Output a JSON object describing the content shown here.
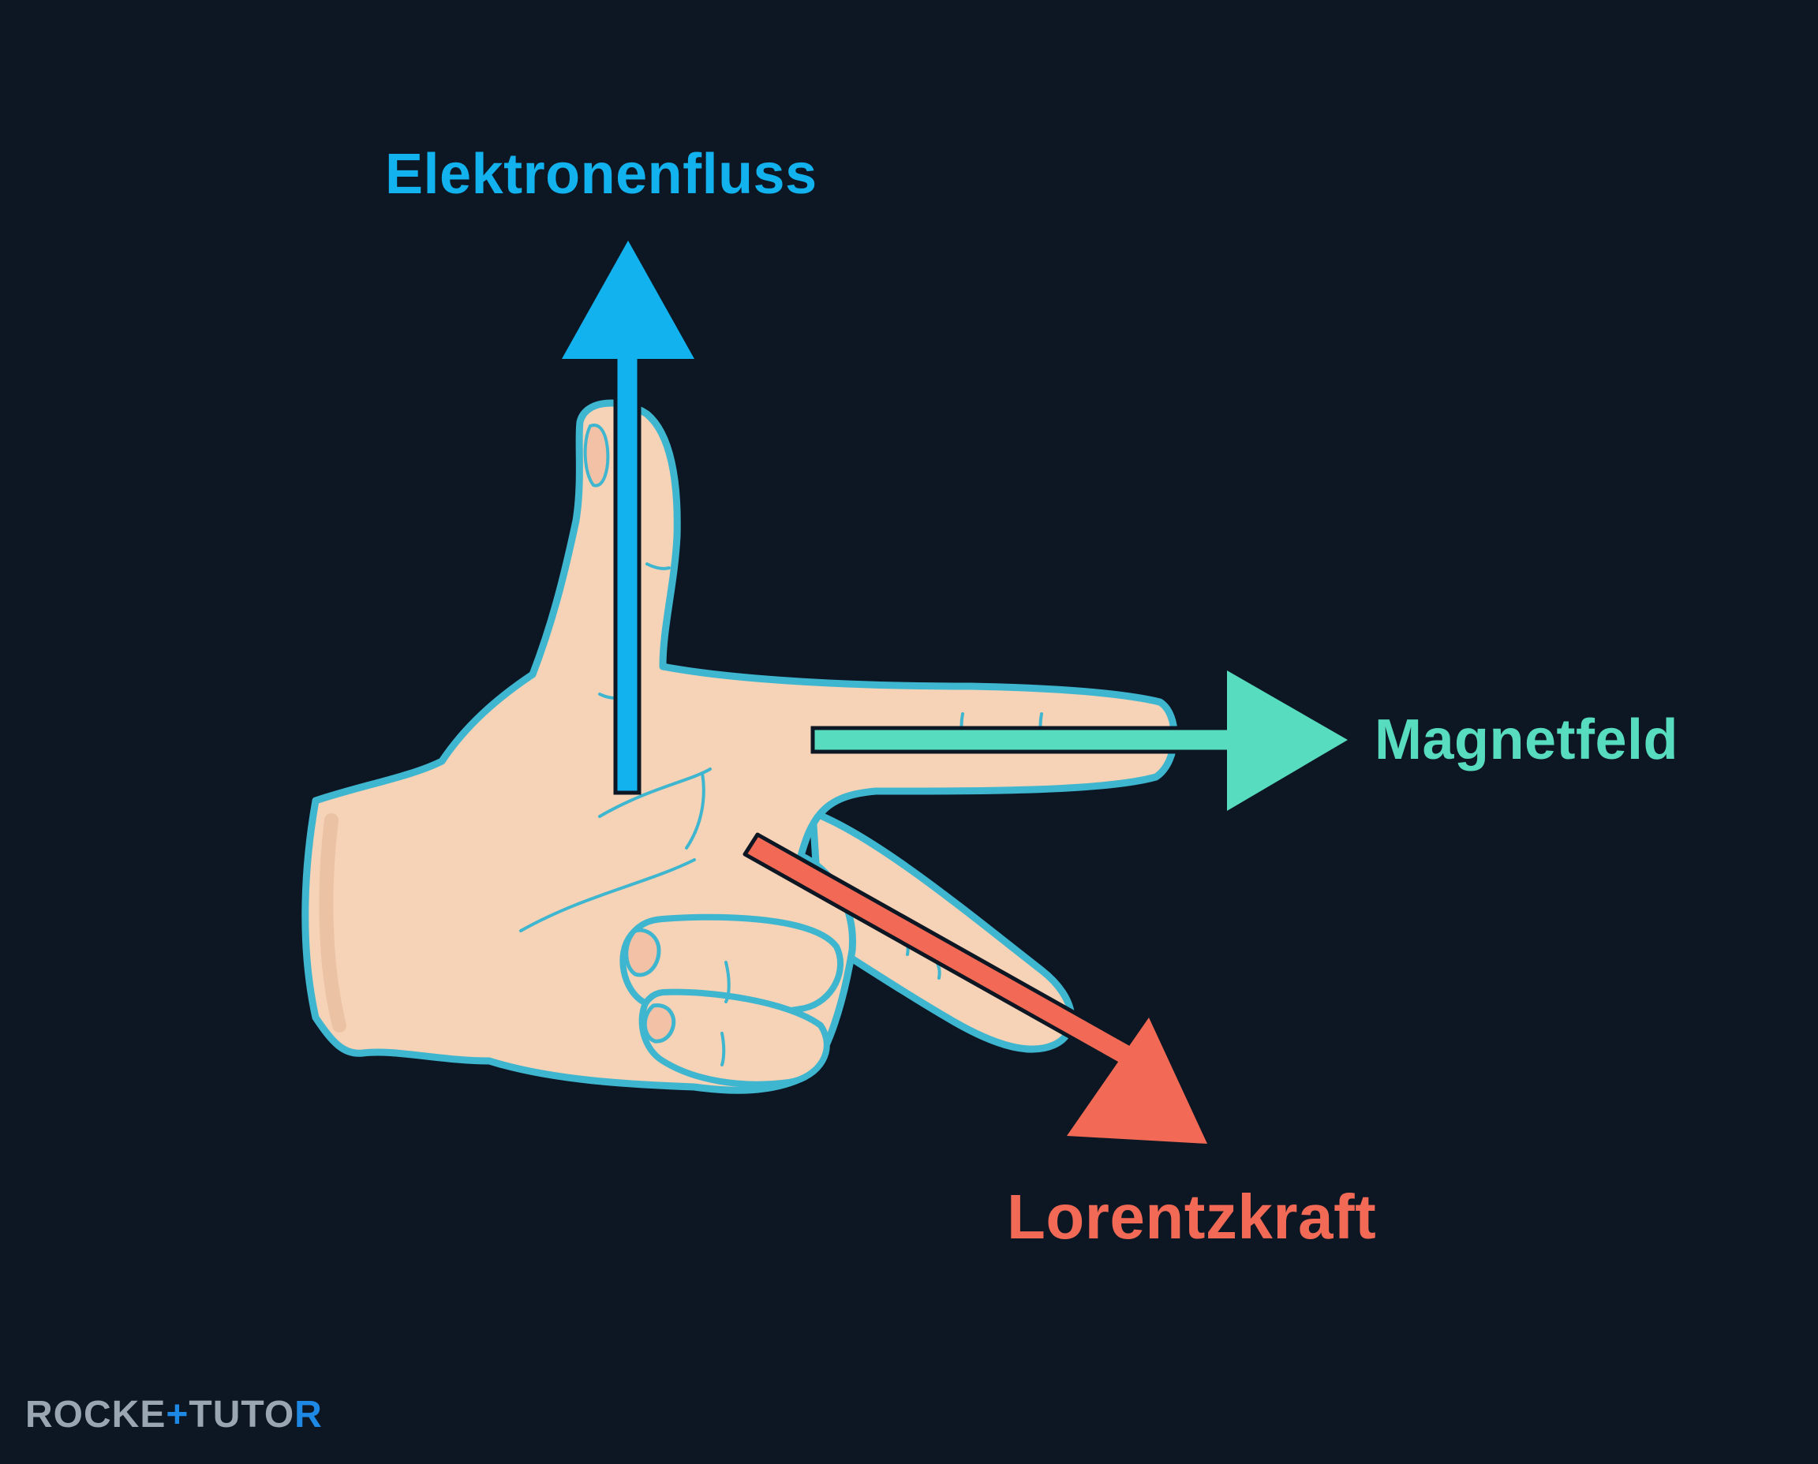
{
  "colors": {
    "background": "#0d1724",
    "skin": "#f6d2b6",
    "skin_shade": "#e6b79a",
    "hand_outline": "#3fb6cf",
    "electron_flow": "#12b2ee",
    "magnetic_field": "#57dcc0",
    "lorentz_force": "#f26a55",
    "logo_text": "#9aa6b2",
    "logo_accent": "#1e88e5"
  },
  "labels": {
    "electron_flow": "Elektronenfluss",
    "magnetic_field": "Magnetfeld",
    "lorentz_force": "Lorentzkraft"
  },
  "logo": {
    "part1": "ROCKE",
    "part2": "TUTO",
    "part3": "R"
  },
  "icons": {
    "hand": "left-hand-three-finger-rule-icon",
    "arrow_up": "arrow-up-icon",
    "arrow_right": "arrow-right-icon",
    "arrow_down_right": "arrow-down-right-icon"
  }
}
